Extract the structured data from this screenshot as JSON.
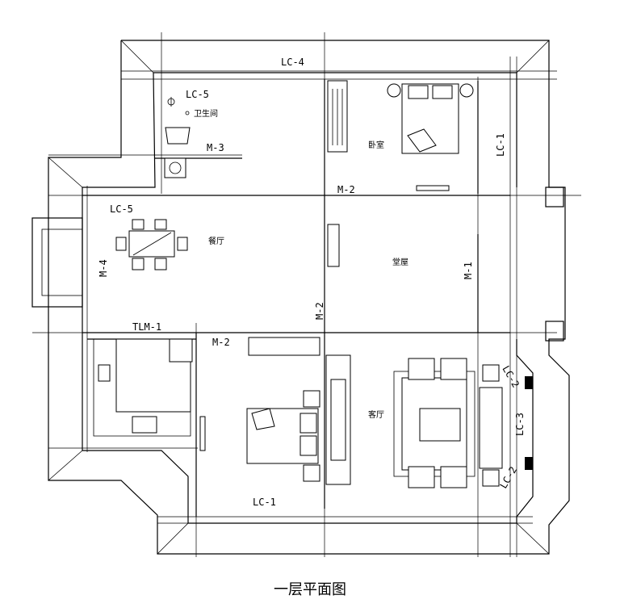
{
  "caption": "一层平面图",
  "labels": {
    "lc4": "LC-4",
    "lc5_top": "LC-5",
    "bathroom": "卫生间",
    "m3": "M-3",
    "bedroom_top": "卧室",
    "lc1_right": "LC-1",
    "m2_top": "M-2",
    "lc5_left": "LC-5",
    "dining": "餐厅",
    "m4": "M-4",
    "hall": "堂屋",
    "m1": "M-1",
    "m2_vert": "M-2",
    "tlm1": "TLM-1",
    "m2_mid": "M-2",
    "living": "客厅",
    "lc2_a": "LC-2",
    "lc3": "LC-3",
    "lc2_b": "LC-2",
    "lc1_bottom": "LC-1"
  }
}
